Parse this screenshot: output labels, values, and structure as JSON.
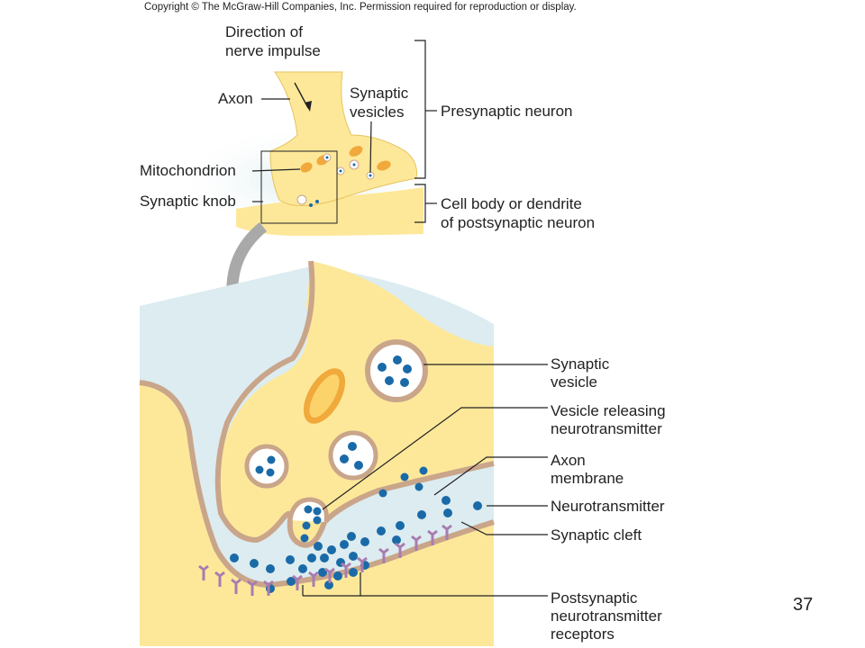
{
  "copyright": "Copyright © The McGraw-Hill Companies, Inc. Permission required for reproduction or display.",
  "page_number": "37",
  "top_labels": {
    "direction_line1": "Direction of",
    "direction_line2": "nerve impulse",
    "axon": "Axon",
    "synaptic_vesicles_line1": "Synaptic",
    "synaptic_vesicles_line2": "vesicles",
    "presynaptic_neuron": "Presynaptic neuron",
    "mitochondrion": "Mitochondrion",
    "synaptic_knob": "Synaptic knob",
    "cell_body_line1": "Cell body or dendrite",
    "cell_body_line2": "of postsynaptic neuron"
  },
  "detail_labels": {
    "synaptic_vesicle_line1": "Synaptic",
    "synaptic_vesicle_line2": "vesicle",
    "vesicle_releasing_line1": "Vesicle releasing",
    "vesicle_releasing_line2": "neurotransmitter",
    "axon_membrane_line1": "Axon",
    "axon_membrane_line2": "membrane",
    "neurotransmitter": "Neurotransmitter",
    "synaptic_cleft": "Synaptic cleft",
    "receptors_line1": "Postsynaptic",
    "receptors_line2": "neurotransmitter",
    "receptors_line3": "receptors"
  },
  "colors": {
    "cytoplasm": "#fde89a",
    "membrane": "#c9a58a",
    "cleft": "#dcecf0",
    "neurotransmitter": "#1a6aa8",
    "receptor": "#a97cb0",
    "mitochondrion": "#f0a93a",
    "arrow": "#a9a9a9"
  }
}
